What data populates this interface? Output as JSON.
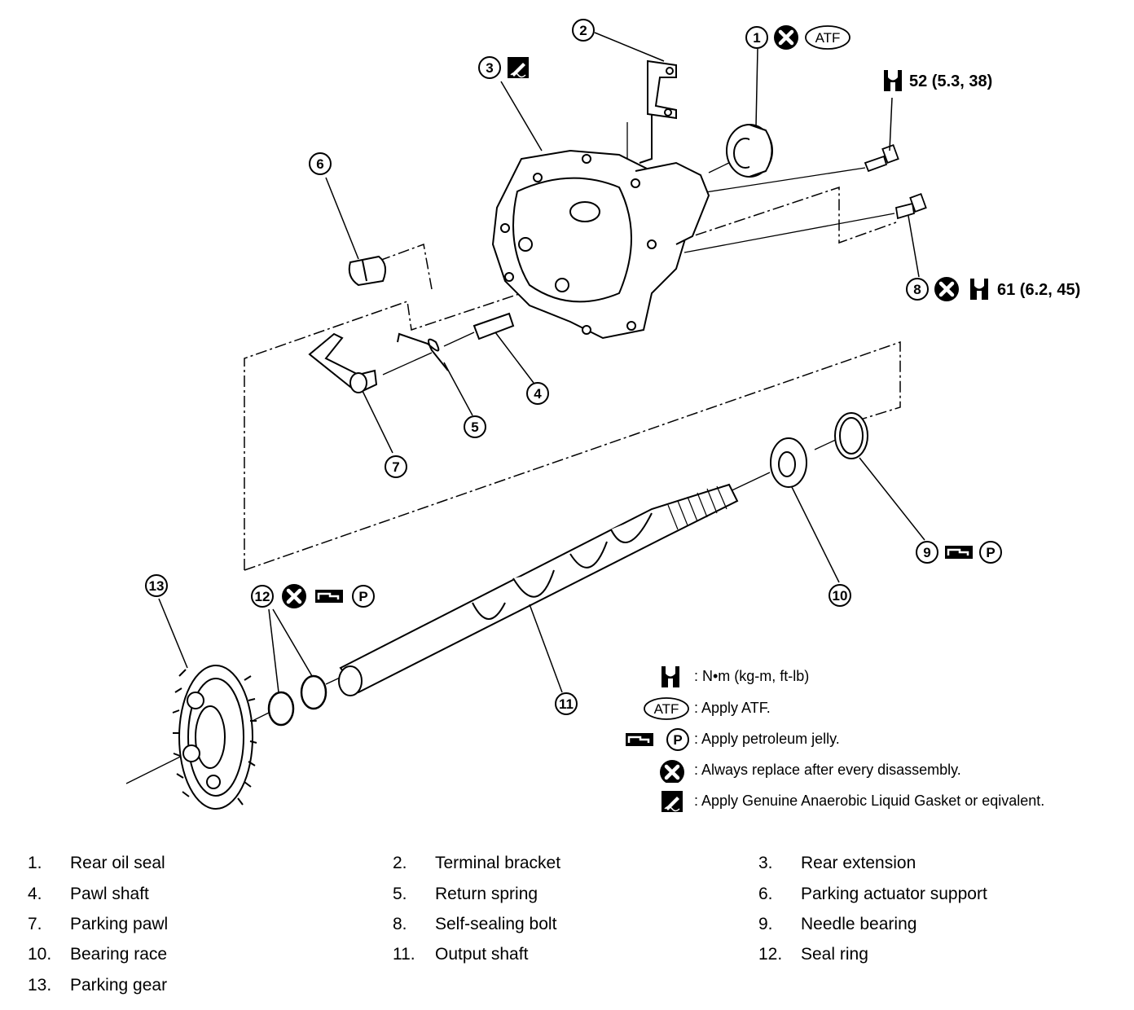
{
  "callouts": {
    "c1": "1",
    "c2": "2",
    "c3": "3",
    "c4": "4",
    "c5": "5",
    "c6": "6",
    "c7": "7",
    "c8": "8",
    "c9": "9",
    "c10": "10",
    "c11": "11",
    "c12": "12",
    "c13": "13"
  },
  "symbols": {
    "atf": "ATF",
    "petroleum": "P"
  },
  "torque": {
    "t1": "52  (5.3, 38)",
    "t2": "61  (6.2, 45)"
  },
  "legend": {
    "torque_units": ":  N•m   (kg-m,   ft-lb)",
    "atf": ": Apply ATF.",
    "petroleum": ": Apply petroleum jelly.",
    "replace": ": Always replace after every disassembly.",
    "gasket": ": Apply Genuine Anaerobic Liquid Gasket or eqivalent."
  },
  "parts": [
    {
      "num": "1.",
      "name": "Rear oil seal"
    },
    {
      "num": "2.",
      "name": "Terminal bracket"
    },
    {
      "num": "3.",
      "name": "Rear extension"
    },
    {
      "num": "4.",
      "name": "Pawl shaft"
    },
    {
      "num": "5.",
      "name": "Return spring"
    },
    {
      "num": "6.",
      "name": "Parking actuator support"
    },
    {
      "num": "7.",
      "name": "Parking pawl"
    },
    {
      "num": "8.",
      "name": "Self-sealing bolt"
    },
    {
      "num": "9.",
      "name": "Needle bearing"
    },
    {
      "num": "10.",
      "name": "Bearing race"
    },
    {
      "num": "11.",
      "name": "Output shaft"
    },
    {
      "num": "12.",
      "name": "Seal ring"
    },
    {
      "num": "13.",
      "name": "Parking gear"
    }
  ],
  "icons": [
    "wrench-icon",
    "replace-x-icon",
    "atf-icon",
    "petroleum-jelly-icon",
    "gasket-icon"
  ]
}
